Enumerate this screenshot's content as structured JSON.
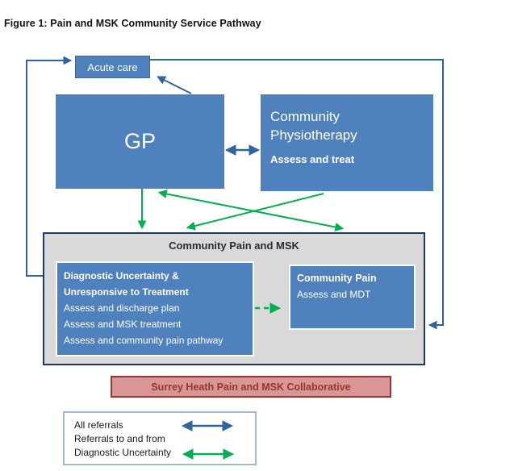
{
  "figure_title": "Figure 1:  Pain and MSK Community Service Pathway",
  "diagram": {
    "acute_care": {
      "label": "Acute care"
    },
    "gp": {
      "label": "GP"
    },
    "physiotherapy": {
      "title": "Community Physiotherapy",
      "subtitle": "Assess and treat"
    },
    "community_pain_msk": {
      "title": "Community Pain and MSK",
      "diagnostic": {
        "heading_line1": "Diagnostic Uncertainty &",
        "heading_line2": "Unresponsive to Treatment",
        "items": [
          "Assess and discharge plan",
          "Assess and MSK treatment",
          "Assess and community pain pathway"
        ]
      },
      "community_pain": {
        "heading": "Community Pain",
        "subtitle": "Assess and MDT"
      }
    },
    "collaborative": {
      "label": "Surrey Heath Pain and MSK Collaborative"
    }
  },
  "legend": {
    "row1": "All referrals",
    "row2_line1": "Referrals to and from",
    "row2_line2": "Diagnostic Uncertainty"
  },
  "colors": {
    "box_blue": "#4f81bd",
    "arrow_blue": "#31649f",
    "arrow_green": "#00b050",
    "gray_fill": "#d9d9d9",
    "gray_border": "#1f3864",
    "pink_fill": "#d99694",
    "pink_border": "#953735",
    "pink_text": "#943634"
  }
}
